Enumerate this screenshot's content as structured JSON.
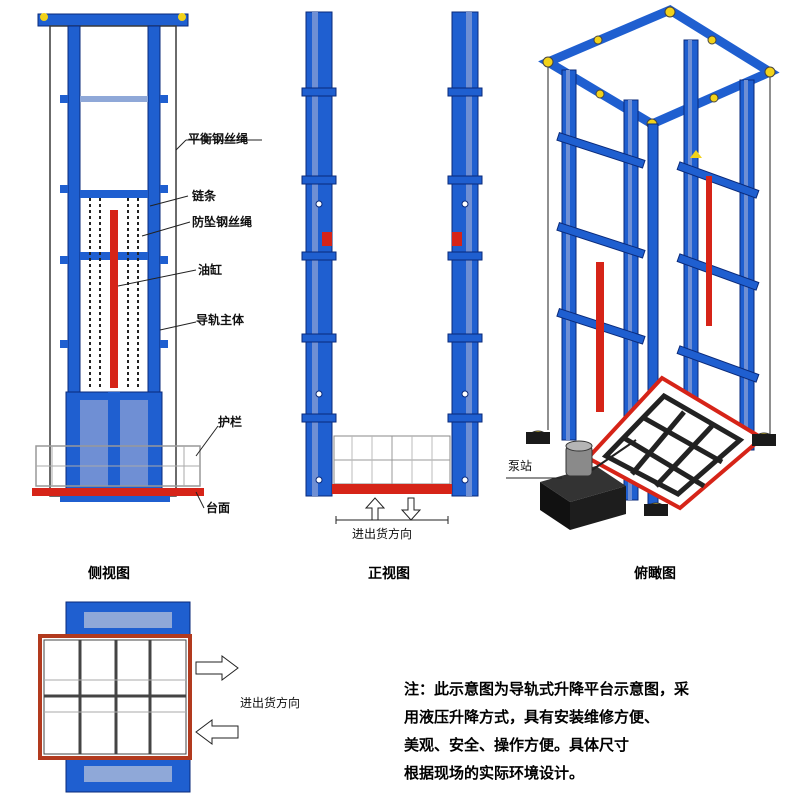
{
  "side_view": {
    "caption": "侧视图",
    "labels": {
      "balance_cable": "平衡钢丝绳",
      "chain": "链条",
      "fall_cable": "防坠钢丝绳",
      "cylinder": "油缸",
      "rail_body": "导轨主体",
      "guardrail": "护栏",
      "platform": "台面"
    }
  },
  "front_view": {
    "caption": "正视图",
    "direction": "进出货方向"
  },
  "iso_view": {
    "caption": "俯瞰图",
    "pump": "泵站"
  },
  "top_view": {
    "direction": "进出货方向"
  },
  "note": {
    "lines": [
      "注：此示意图为导轨式升降平台示意图，采",
      "用液压升降方式，具有安装维修方便、",
      "美观、安全、操作方便。具体尺寸",
      "根据现场的实际环境设计。"
    ]
  },
  "colors": {
    "blue": "#1f5fd0",
    "red": "#d62418",
    "dark": "#1a1a1a"
  }
}
